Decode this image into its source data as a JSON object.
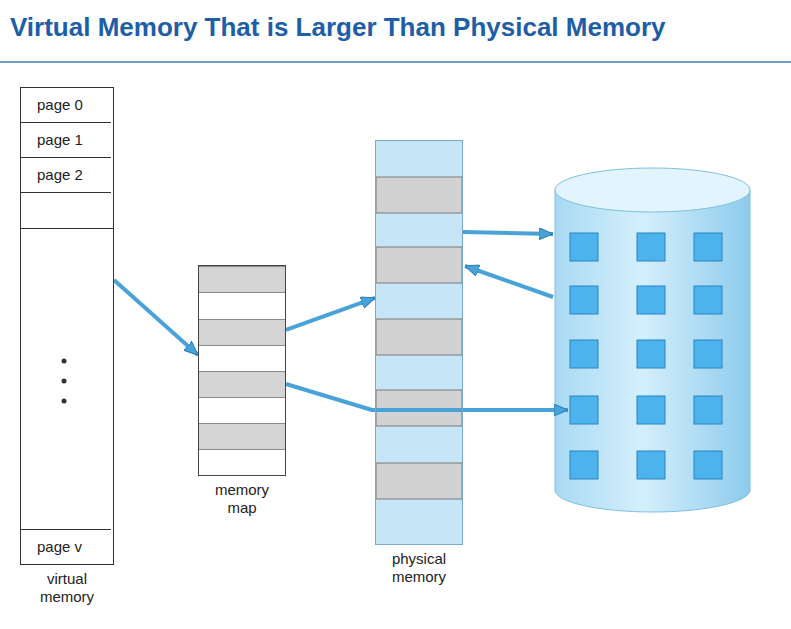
{
  "diagram": {
    "title": "Virtual Memory That is Larger Than Physical Memory",
    "nodes": [
      {
        "text": [
          "virtual memory"
        ]
      },
      {
        "text": [
          "page 0"
        ],
        "in": 0
      },
      {
        "text": [
          "page 1"
        ],
        "in": 0
      },
      {
        "text": [
          "page 2"
        ],
        "in": 0
      },
      {
        "text": [
          "page v"
        ],
        "in": 0
      },
      {
        "text": [
          "memory map"
        ]
      },
      {
        "text": [
          "physical memory"
        ]
      }
    ],
    "edges": [
      {
        "from": 0,
        "to": 5,
        "arrow": "to"
      },
      {
        "from": 5,
        "to": 6,
        "arrow": "to"
      }
    ]
  }
}
